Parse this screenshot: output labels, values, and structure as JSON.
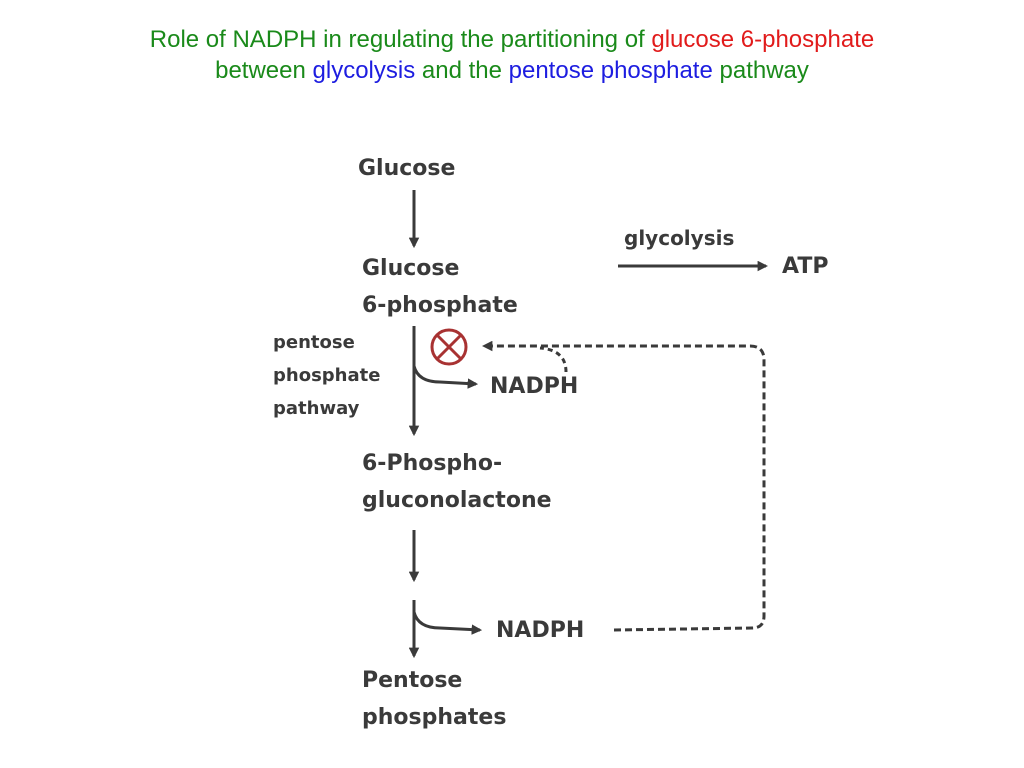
{
  "title": {
    "line1_part1": "Role of NADPH in regulating the partitioning of ",
    "line1_part2": "glucose 6-phosphate",
    "line2_part1": "between ",
    "line2_part2": "glycolysis",
    "line2_part3": " and the ",
    "line2_part4": "pentose phosphate",
    "line2_part5": " pathway"
  },
  "diagram": {
    "glucose": "Glucose",
    "g6p_line1": "Glucose",
    "g6p_line2": "6-phosphate",
    "ppp_line1": "pentose",
    "ppp_line2": "phosphate",
    "ppp_line3": "pathway",
    "glycolysis": "glycolysis",
    "atp": "ATP",
    "nadph_1": "NADPH",
    "phospho_line1": "6-Phospho-",
    "phospho_line2": "gluconolactone",
    "nadph_2": "NADPH",
    "pentose_line1": "Pentose",
    "pentose_line2": "phosphates",
    "inhibition_symbol": "inhibition-icon"
  },
  "colors": {
    "title_green": "#1a8a1a",
    "title_red": "#e11b1b",
    "title_blue": "#1d1de0",
    "diagram_text": "#3a3a3a",
    "inhibitor_red": "#a83232"
  }
}
